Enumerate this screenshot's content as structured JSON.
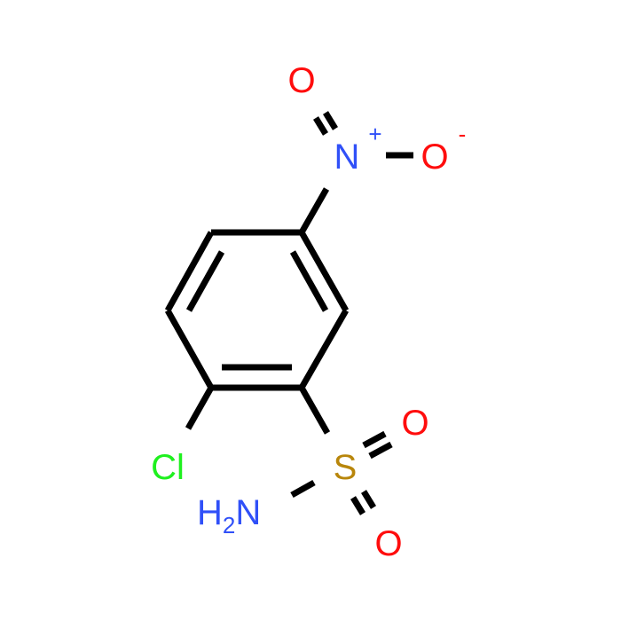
{
  "molecule": {
    "atoms": {
      "oxygen_top": {
        "symbol": "O",
        "color": "#ff0d0d"
      },
      "nitrogen": {
        "symbol": "N",
        "charge": "+",
        "color": "#3050f8"
      },
      "oxygen_minus": {
        "symbol": "O",
        "charge": "-",
        "color": "#ff0d0d"
      },
      "chlorine": {
        "symbol": "Cl",
        "color": "#1ff01f"
      },
      "sulfur": {
        "symbol": "S",
        "color": "#b8860b"
      },
      "oxygen_s_upper": {
        "symbol": "O",
        "color": "#ff0d0d"
      },
      "oxygen_s_lower": {
        "symbol": "O",
        "color": "#ff0d0d"
      },
      "amine": {
        "prefix": "H",
        "subscript": "2",
        "suffix": "N",
        "color": "#3050f8"
      }
    },
    "bond_color": "#000000"
  }
}
